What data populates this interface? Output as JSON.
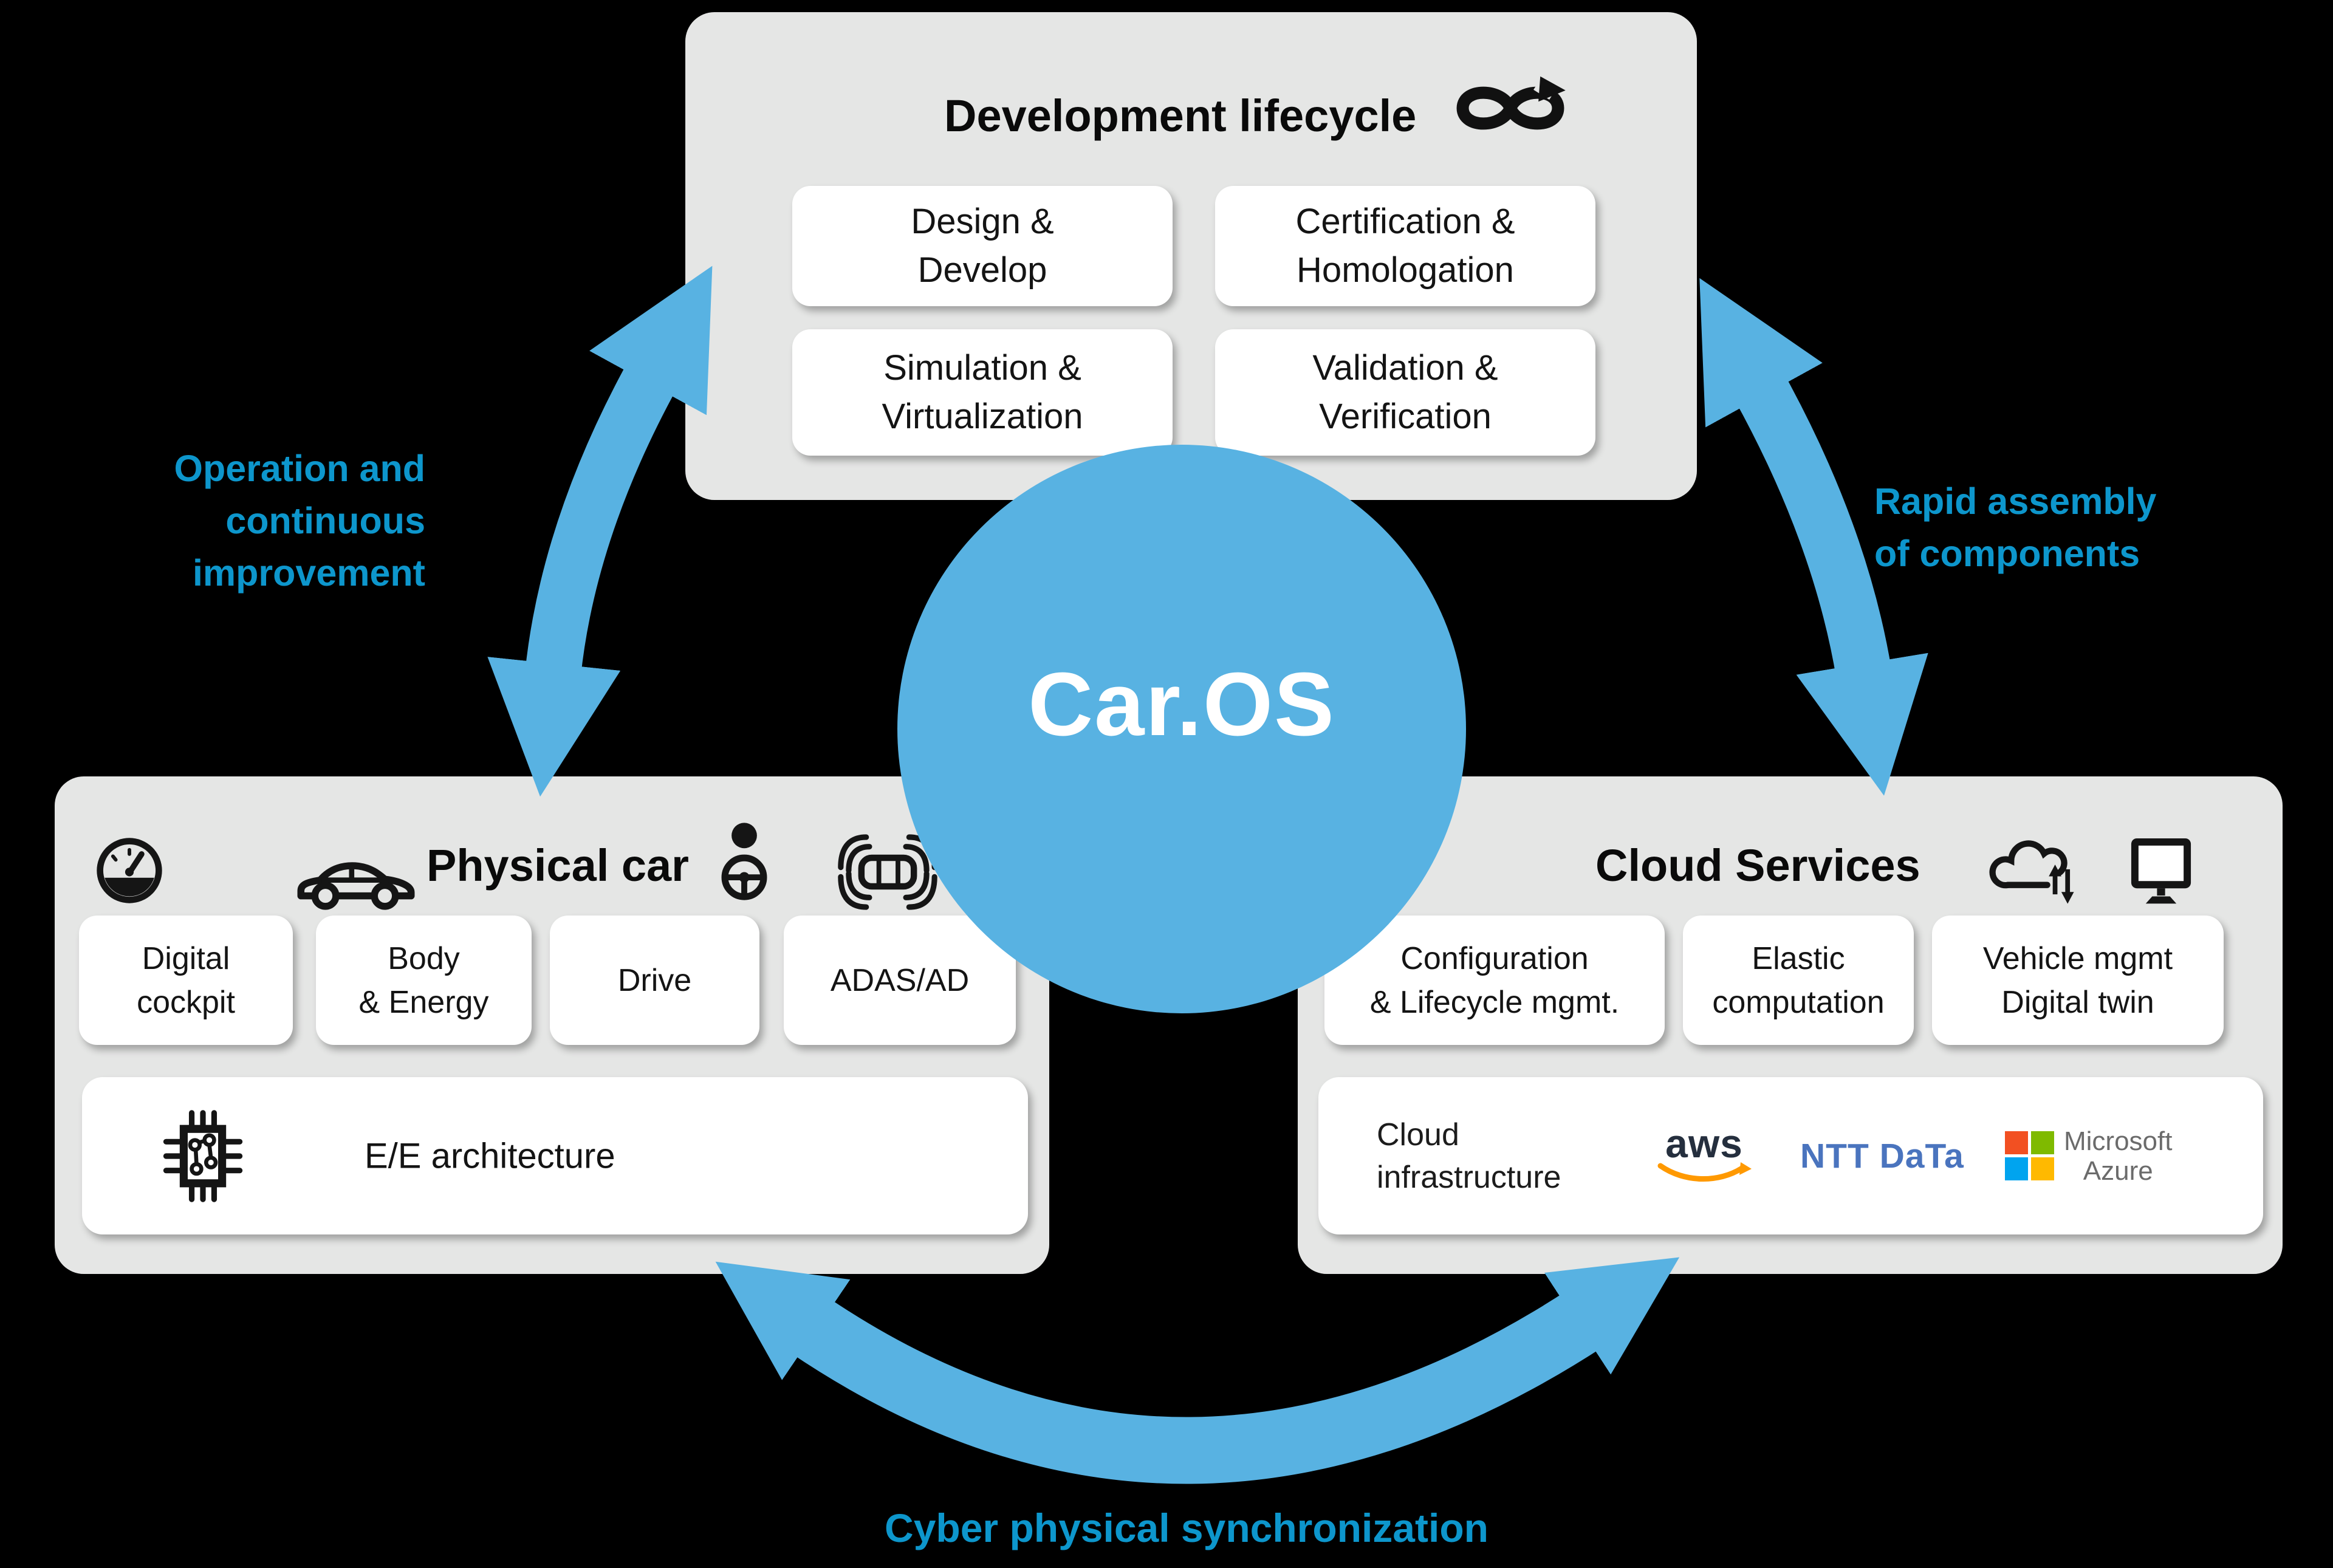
{
  "colors": {
    "background": "#000000",
    "panel_gray": "#E5E6E5",
    "box_white": "#FFFFFF",
    "accent_blue": "#58B2E2",
    "label_blue": "#0D96CC",
    "title_black": "#0A0A0A",
    "aws_dark": "#252F3E",
    "aws_orange": "#FF9900",
    "ntt_blue": "#4A74BE",
    "ms_red": "#F25022",
    "ms_green": "#7FBA00",
    "ms_blue": "#00A4EF",
    "ms_yellow": "#FFB900",
    "ms_gray": "#6B6B6B"
  },
  "center": {
    "label": "Car.OS"
  },
  "connectors": {
    "left_label": "Operation and\ncontinuous improvement",
    "right_label": "Rapid assembly\nof components",
    "bottom_label": "Cyber physical synchronization"
  },
  "panels": {
    "development": {
      "title": "Development lifecycle",
      "items": [
        "Design &\nDevelop",
        "Certification &\nHomologation",
        "Simulation &\nVirtualization",
        "Validation &\nVerification"
      ]
    },
    "physical": {
      "title": "Physical car",
      "items": [
        "Digital\ncockpit",
        "Body\n& Energy",
        "Drive",
        "ADAS/AD"
      ],
      "wide_item": "E/E architecture"
    },
    "cloud": {
      "title": "Cloud Services",
      "items": [
        "Configuration\n& Lifecycle mgmt.",
        "Elastic\ncomputation",
        "Vehicle mgmt\nDigital twin"
      ],
      "wide_item": "Cloud\ninfrastructure",
      "logos": {
        "aws": "aws",
        "ntt": "NTT DaTa",
        "microsoft": "Microsoft\nAzure"
      }
    }
  },
  "icons": {
    "development_header": "infinity-loop-icon",
    "physical_header": [
      "speedometer-icon",
      "car-icon",
      "driver-icon",
      "autonomous-car-icon"
    ],
    "physical_wide": "chip-icon",
    "cloud_header": [
      "cloud-sync-icon",
      "monitor-icon"
    ]
  }
}
